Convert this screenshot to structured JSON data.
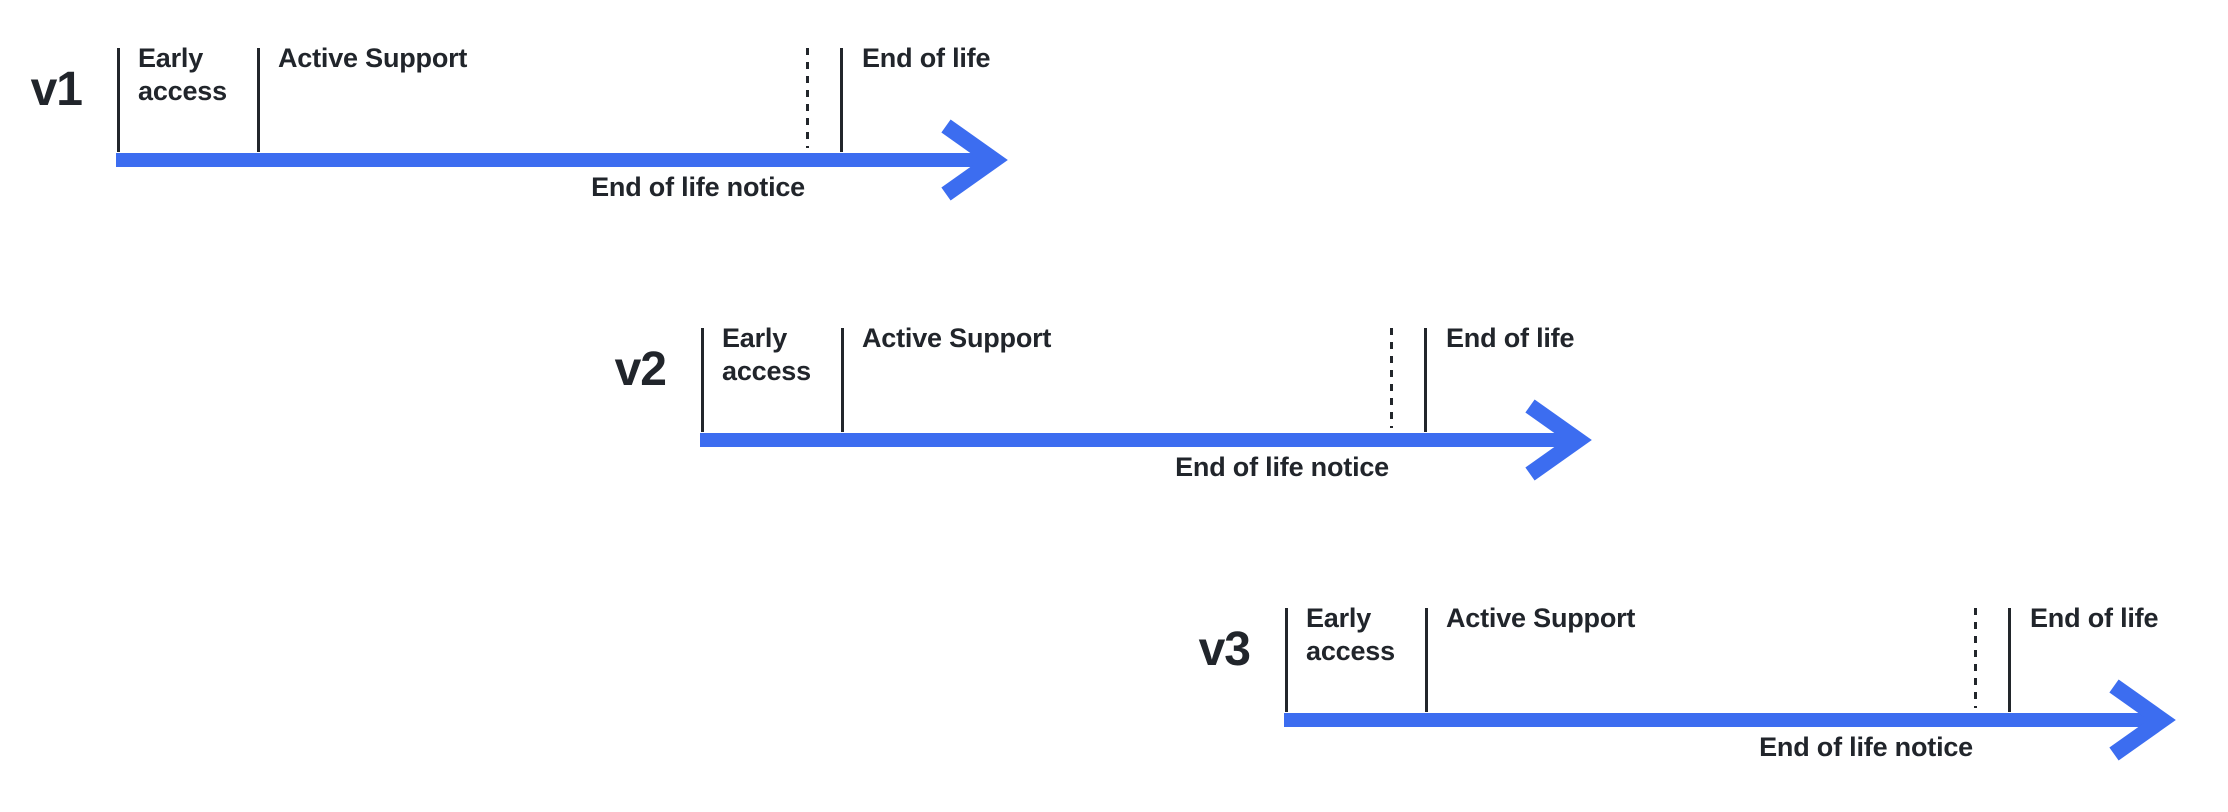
{
  "diagram": {
    "type": "version-lifecycle-timelines",
    "colors": {
      "arrow": "#3C6DF0",
      "text": "#21252B",
      "tick": "#22262B"
    },
    "phases": [
      "Early access",
      "Active Support",
      "End of life"
    ],
    "timelines": [
      {
        "version": "v1",
        "early_access": "Early access",
        "active_support": "Active Support",
        "end_of_life": "End of life",
        "end_of_life_notice": "End of life notice"
      },
      {
        "version": "v2",
        "early_access": "Early access",
        "active_support": "Active Support",
        "end_of_life": "End of life",
        "end_of_life_notice": "End of life notice"
      },
      {
        "version": "v3",
        "early_access": "Early access",
        "active_support": "Active Support",
        "end_of_life": "End of life",
        "end_of_life_notice": "End of life notice"
      }
    ]
  }
}
